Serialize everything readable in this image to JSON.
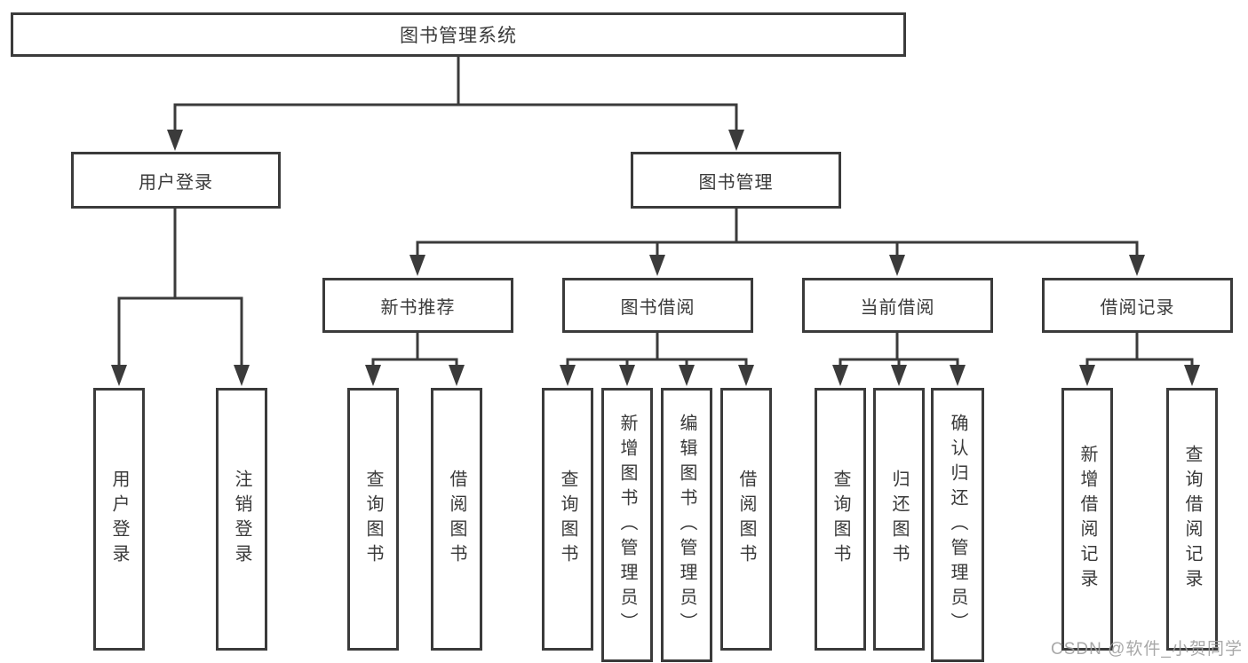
{
  "tree": {
    "root": {
      "label": "图书管理系统",
      "children": [
        {
          "label": "用户登录",
          "children": [
            {
              "label": "用户登录"
            },
            {
              "label": "注销登录"
            }
          ]
        },
        {
          "label": "图书管理",
          "children": [
            {
              "label": "新书推荐",
              "children": [
                {
                  "label": "查询图书"
                },
                {
                  "label": "借阅图书"
                }
              ]
            },
            {
              "label": "图书借阅",
              "children": [
                {
                  "label": "查询图书"
                },
                {
                  "label": "新增图书（管理员）"
                },
                {
                  "label": "编辑图书（管理员）"
                },
                {
                  "label": "借阅图书"
                }
              ]
            },
            {
              "label": "当前借阅",
              "children": [
                {
                  "label": "查询图书"
                },
                {
                  "label": "归还图书"
                },
                {
                  "label": "确认归还（管理员）"
                }
              ]
            },
            {
              "label": "借阅记录",
              "children": [
                {
                  "label": "新增借阅记录"
                },
                {
                  "label": "查询借阅记录"
                }
              ]
            }
          ]
        }
      ]
    }
  },
  "watermark": {
    "text": "CSDN @软件_小贺同学"
  },
  "colors": {
    "line": "#3b3b3b",
    "border": "#3b3b3b",
    "text": "#3a3a3a",
    "background": "#ffffff",
    "watermark": "#9e9e9e"
  }
}
